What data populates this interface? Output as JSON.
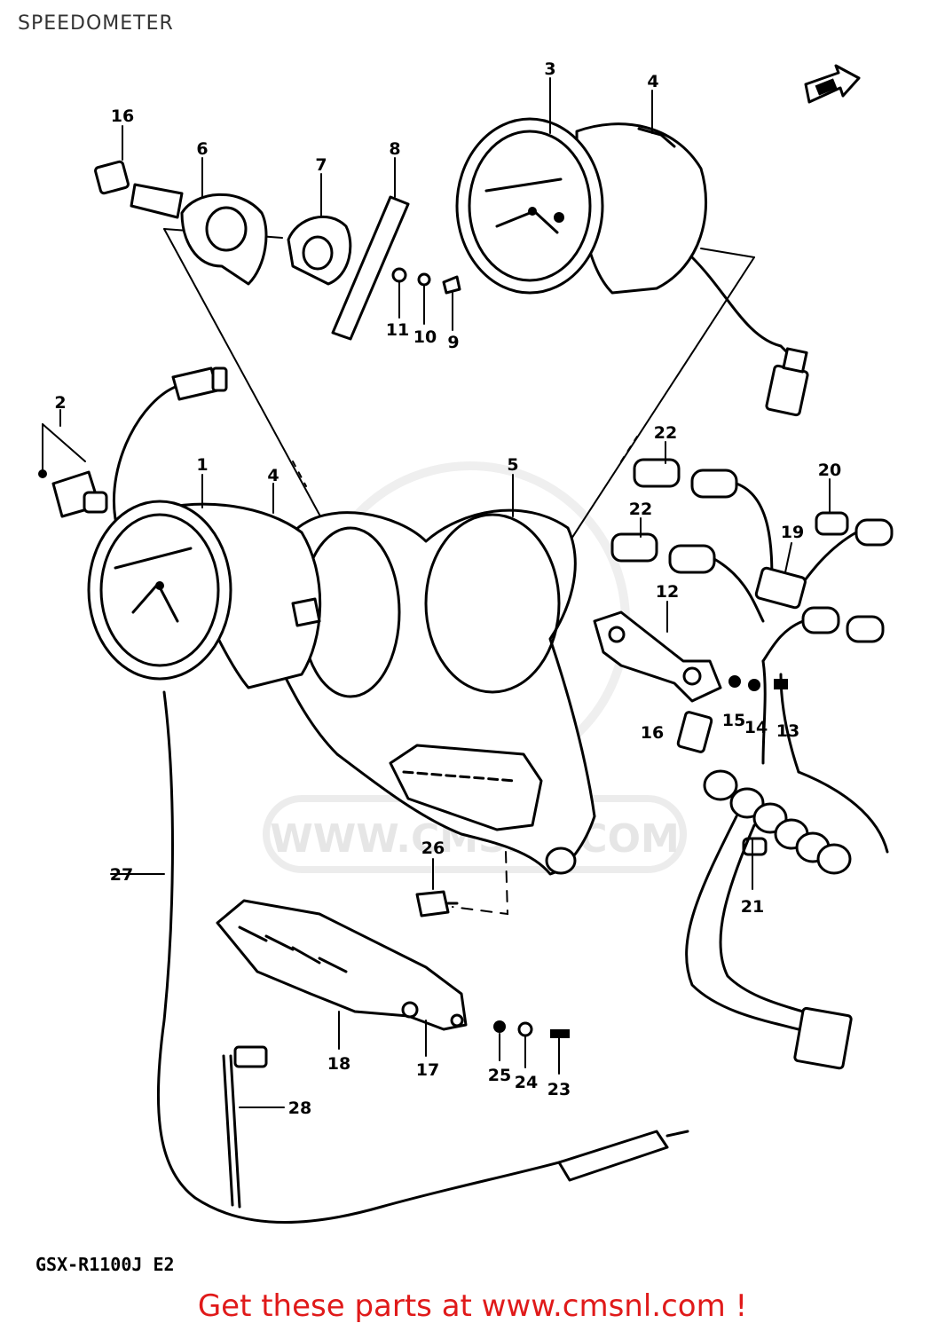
{
  "header": {
    "title": "SPEEDOMETER"
  },
  "watermark": {
    "text": "WWW.CMSNL.COM"
  },
  "model_code": "GSX-R1100J E2",
  "footer": {
    "banner": "Get these parts at www.cmsnl.com !"
  },
  "callouts": {
    "p1": "1",
    "p2": "2",
    "p3": "3",
    "p4a": "4",
    "p4b": "4",
    "p5": "5",
    "p6": "6",
    "p7": "7",
    "p8": "8",
    "p9": "9",
    "p10": "10",
    "p11": "11",
    "p12": "12",
    "p13": "13",
    "p14": "14",
    "p15": "15",
    "p16a": "16",
    "p16b": "16",
    "p17": "17",
    "p18": "18",
    "p19": "19",
    "p20": "20",
    "p21": "21",
    "p22a": "22",
    "p22b": "22",
    "p23": "23",
    "p24": "24",
    "p25": "25",
    "p26": "26",
    "p27": "27",
    "p28": "28"
  }
}
